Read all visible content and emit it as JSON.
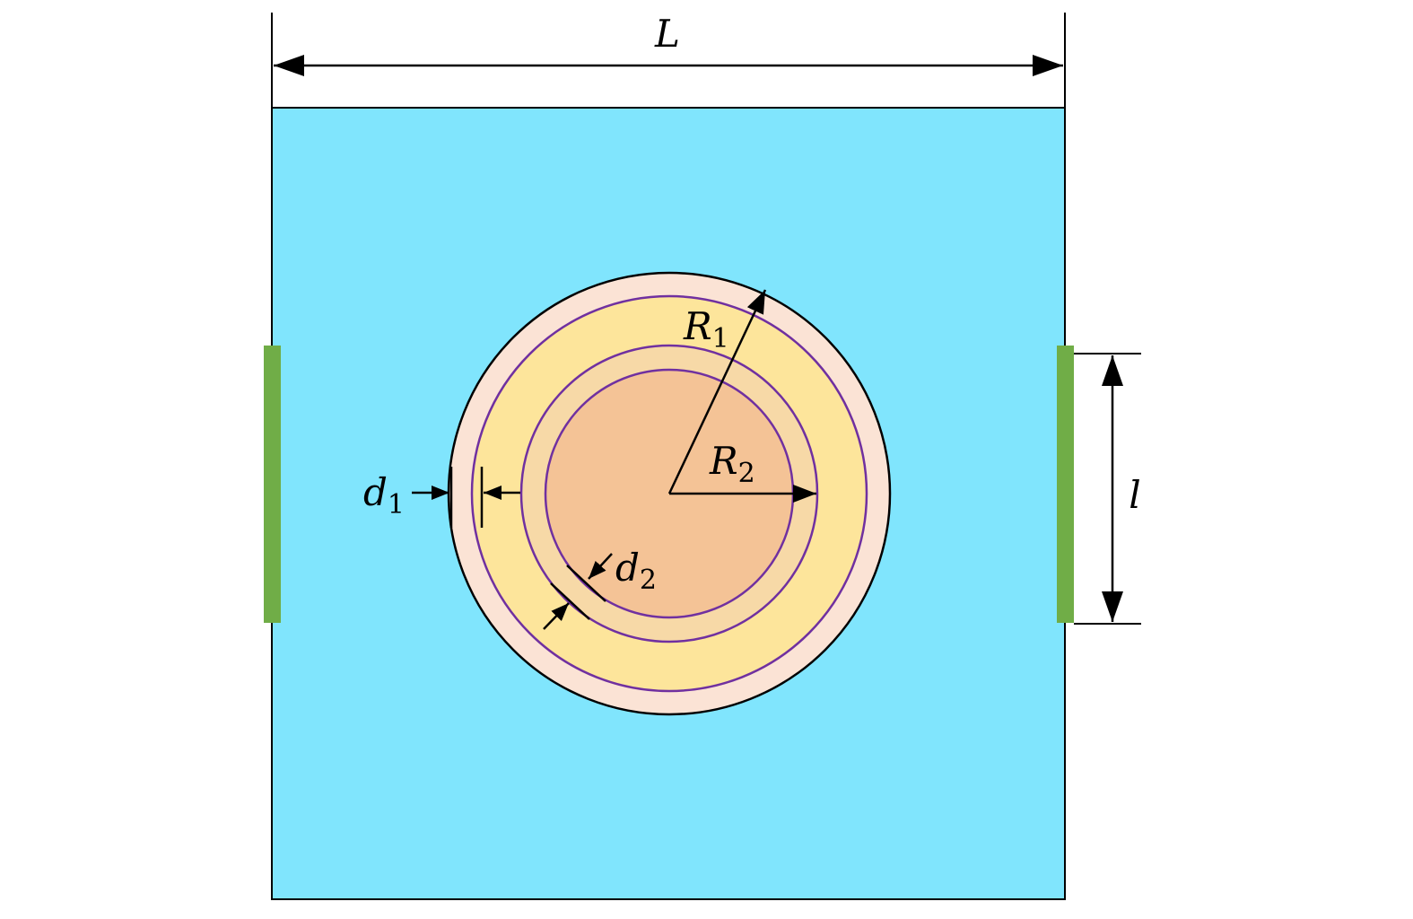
{
  "labels": {
    "width": "L",
    "electrode_length": "l",
    "r1": {
      "base": "R",
      "sub": "1"
    },
    "r2": {
      "base": "R",
      "sub": "2"
    },
    "d1": {
      "base": "d",
      "sub": "1"
    },
    "d2": {
      "base": "d",
      "sub": "2"
    }
  },
  "colors": {
    "domain": "#80E5FD",
    "outer_shell": "#FBE3D5",
    "middle_layer": "#FDE59B",
    "inner_shell": "#F7D9A7",
    "core": "#F4C396",
    "interface_line": "#7030A0",
    "electrode": "#70AD47",
    "outline": "#000000"
  }
}
